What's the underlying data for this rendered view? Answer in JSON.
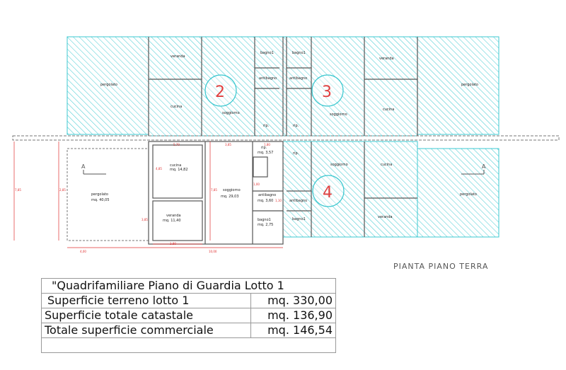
{
  "plan": {
    "title": "PIANTA PIANO TERRA",
    "unit_numbers": [
      "2",
      "3",
      "4"
    ],
    "section_marker": "A",
    "colors": {
      "hatch": "#3cc8d0",
      "wall": "#555555",
      "dimension": "#e03030",
      "unit_number": "#e04040"
    },
    "unit1": {
      "pergolato": "pergolato",
      "pergolato_area": "mq. 40,05",
      "cucina": "cucina",
      "cucina_area": "mq. 14,82",
      "veranda": "veranda",
      "veranda_area": "mq. 11,40",
      "soggiorno": "soggiorno",
      "soggiorno_area": "mq. 29,03",
      "rip": "rip.",
      "rip_area": "mq. 3,57",
      "antibagno": "antibagno",
      "antibagno_area": "mq. 3,60",
      "bagno": "bagno1",
      "bagno_area": "mq. 2,75"
    },
    "unit2": {
      "pergolato": "pergolato",
      "veranda": "veranda",
      "cucina": "cucina",
      "soggiorno": "soggiorno",
      "bagno": "bagno1",
      "antibagno": "antibagno",
      "rip": "rip."
    },
    "unit3": {
      "pergolato": "pergolato",
      "veranda": "veranda",
      "cucina": "cucina",
      "soggiorno": "soggiorno",
      "bagno": "bagno1",
      "antibagno": "antibagno",
      "rip": "rip."
    },
    "unit4": {
      "pergolato": "pergolato",
      "veranda": "veranda",
      "cucina": "cucina",
      "soggiorno": "soggiorno",
      "bagno": "bagno1",
      "antibagno": "antibagno",
      "rip": "rip."
    },
    "dimensions": [
      "5,70",
      "3,85",
      "1,80",
      "4,85",
      "7,85",
      "4,00",
      "3,80",
      "10,00",
      "3,85",
      "7,85",
      "1,00",
      "1,10",
      "2,85"
    ]
  },
  "summary": {
    "title": "\"Quadrifamiliare Piano di Guardia Lotto 1",
    "rows": [
      {
        "label": "Superficie terreno lotto 1",
        "value": "mq. 330,00"
      },
      {
        "label": "Superficie totale catastale",
        "value": "mq. 136,90"
      },
      {
        "label": "Totale superficie commerciale",
        "value": "mq. 146,54"
      }
    ]
  }
}
